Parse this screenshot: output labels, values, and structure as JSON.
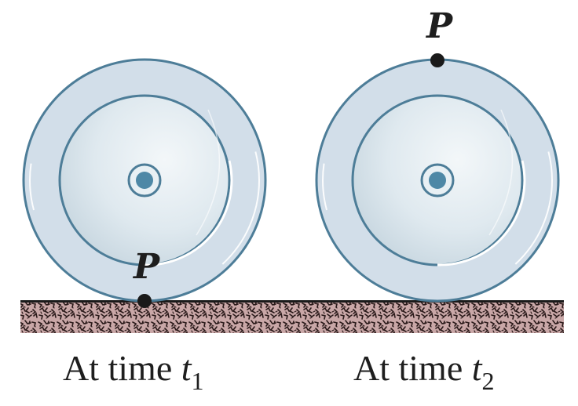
{
  "wheels": [
    {
      "point_label": "P",
      "point_position": "bottom (contact with ground)",
      "caption_prefix": "At time ",
      "caption_var": "t",
      "caption_sub": "1"
    },
    {
      "point_label": "P",
      "point_position": "top",
      "caption_prefix": "At time ",
      "caption_var": "t",
      "caption_sub": "2"
    }
  ],
  "colors": {
    "outer_ring": "#d2dee9",
    "rim_stroke": "#4d7d98",
    "hub_fill": "#4e88a6",
    "disk_fill": "#dfe9ef",
    "ground_fill": "#c7a5a5",
    "ground_texture": "#2a1a1a",
    "point_dot": "#1a1a1a"
  }
}
